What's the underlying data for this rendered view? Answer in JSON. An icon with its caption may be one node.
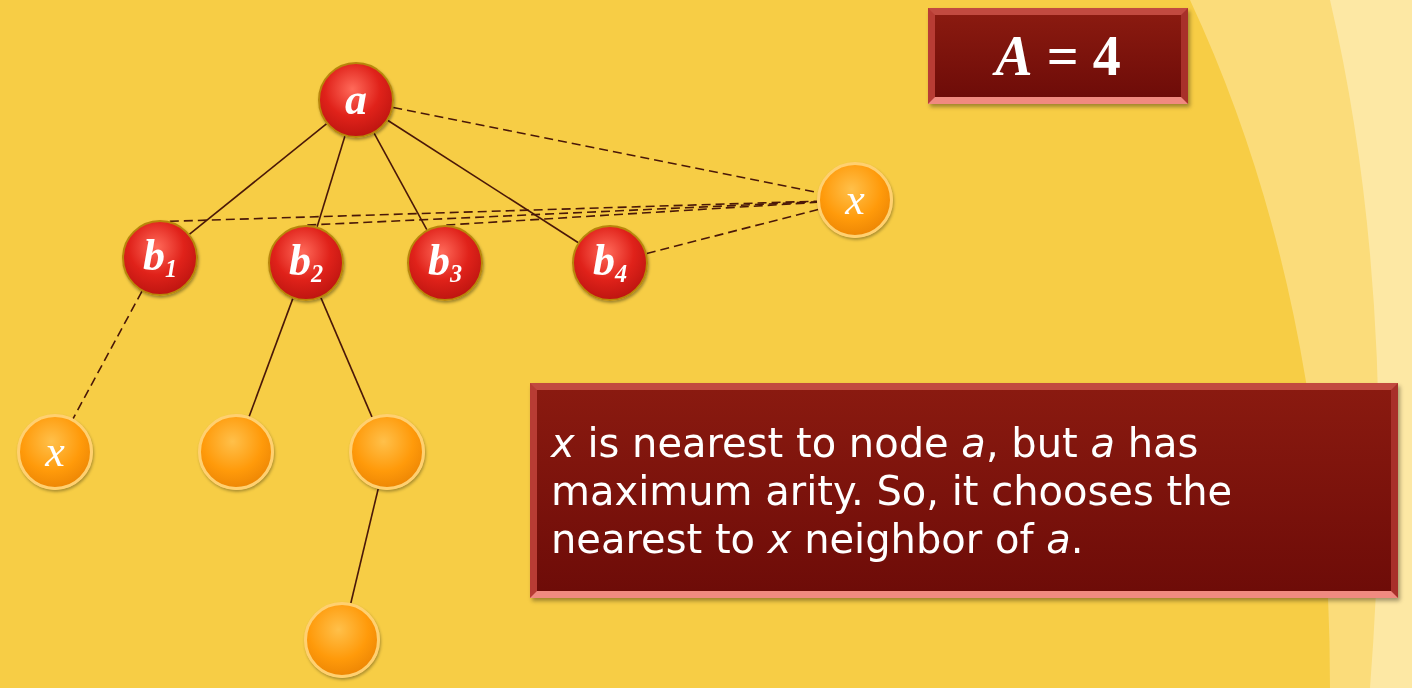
{
  "diagram": {
    "nodes": [
      {
        "text": [
          "a"
        ]
      },
      {
        "text": [
          "x"
        ]
      },
      {
        "text": [
          "b$_{1}$"
        ]
      },
      {
        "text": [
          "b$_{2}$"
        ]
      },
      {
        "text": [
          "b$_{3}$"
        ]
      },
      {
        "text": [
          "b$_{4}$"
        ]
      },
      {
        "text": [
          "x"
        ]
      },
      {
        "text": [],
        "shape": "circle"
      },
      {
        "text": [],
        "shape": "circle"
      },
      {
        "text": [],
        "shape": "circle"
      },
      {
        "text": [
          "*A* = 4"
        ]
      },
      {
        "text": [
          "*x* is nearest to node *a*, but *a* has maximum arity. So, it chooses the nearest to *x* neighbor of *a*."
        ]
      }
    ],
    "edges": [
      {
        "from": 0,
        "to": 2,
        "arrow": "none"
      },
      {
        "from": 0,
        "to": 3,
        "arrow": "none"
      },
      {
        "from": 0,
        "to": 4,
        "arrow": "none"
      },
      {
        "from": 0,
        "to": 5,
        "arrow": "none"
      },
      {
        "from": 0,
        "to": 1,
        "arrow": "none",
        "style": "dashed"
      },
      {
        "from": 2,
        "to": 1,
        "arrow": "none",
        "style": "dashed"
      },
      {
        "from": 3,
        "to": 1,
        "arrow": "none",
        "style": "dashed"
      },
      {
        "from": 4,
        "to": 1,
        "arrow": "none",
        "style": "dashed"
      },
      {
        "from": 5,
        "to": 1,
        "arrow": "none",
        "style": "dashed"
      },
      {
        "from": 2,
        "to": 6,
        "arrow": "none",
        "style": "dashed"
      },
      {
        "from": 3,
        "to": 7,
        "arrow": "none"
      },
      {
        "from": 3,
        "to": 8,
        "arrow": "none"
      },
      {
        "from": 8,
        "to": 9,
        "arrow": "none"
      }
    ]
  }
}
